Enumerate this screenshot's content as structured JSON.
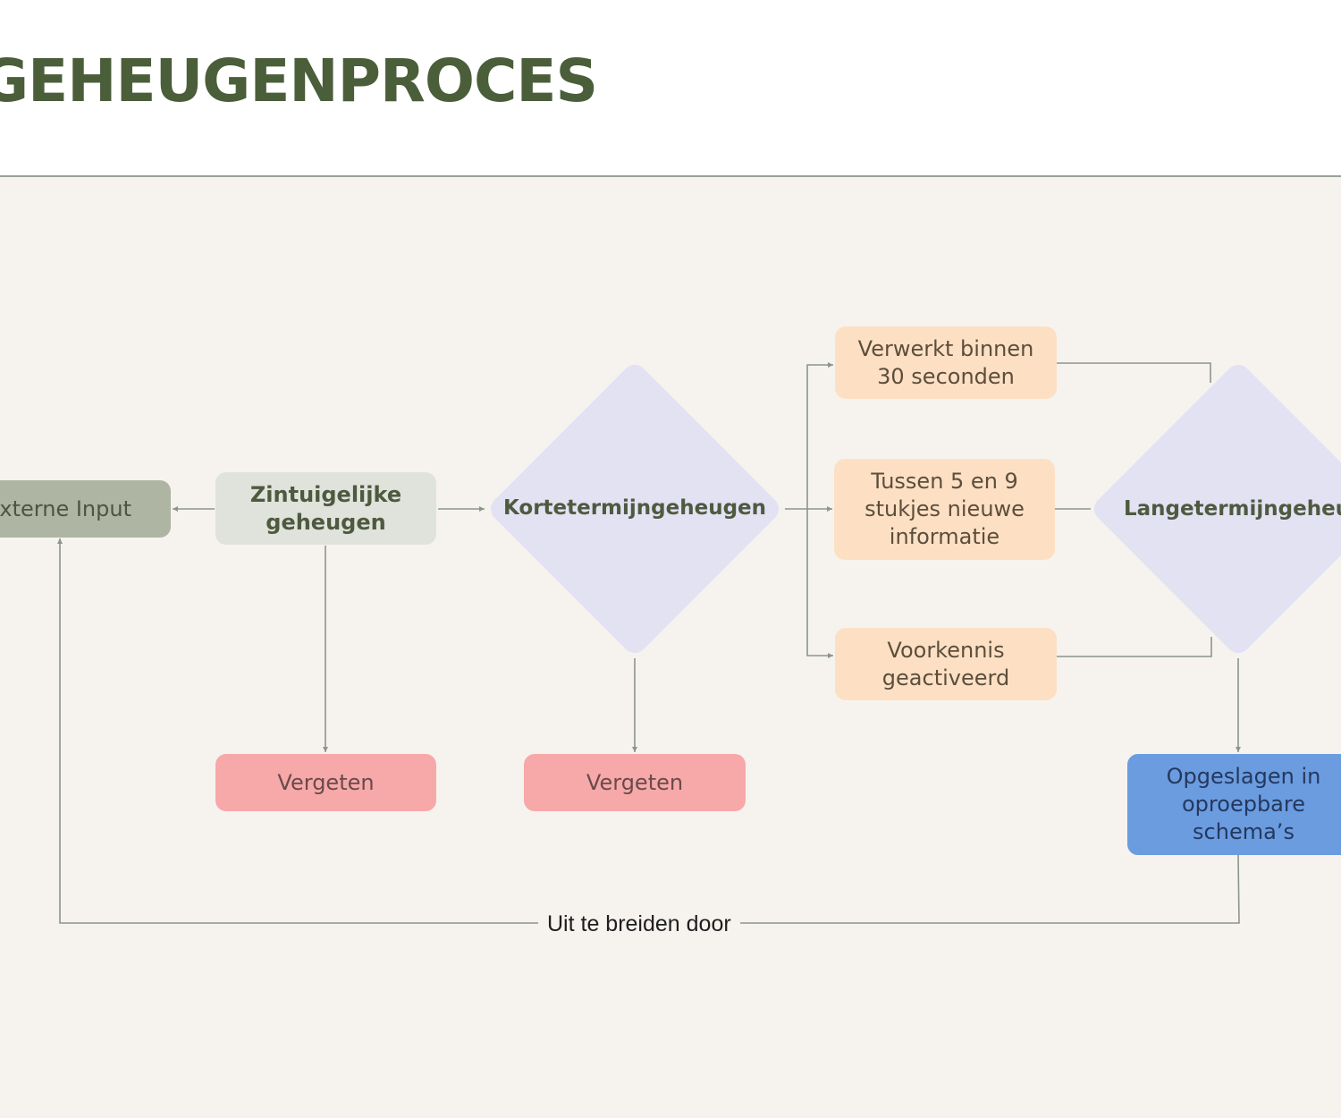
{
  "title": "GEHEUGENPROCES",
  "nodes": {
    "externe_input": "Externe Input",
    "zintuigelijke": "Zintuigelijke geheugen",
    "kortetermijn": "Kortetermijngeheugen",
    "vergeten_1": "Vergeten",
    "vergeten_2": "Vergeten",
    "verwerkt": "Verwerkt binnen 30 seconden",
    "tussen": "Tussen 5 en 9 stukjes nieuwe informatie",
    "voorkennis": "Voorkennis geactiveerd",
    "langetermijn": "Langetermijngeheugen",
    "opgeslagen": "Opgeslagen in oproepbare schema’s"
  },
  "edge_label": "Uit te breiden door",
  "colors": {
    "title": "#4a5e3a",
    "canvas": "#f6f3ef",
    "diamond": "#e3e2f3",
    "orange": "#fde0c4",
    "pink": "#f7a8a9",
    "blue": "#6b9ce0",
    "line": "#8c9687"
  }
}
